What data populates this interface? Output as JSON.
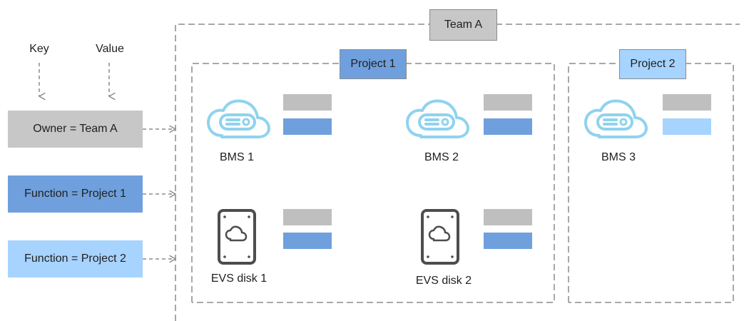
{
  "labels": {
    "key": "Key",
    "value": "Value"
  },
  "tags": [
    {
      "text": "Owner = Team A"
    },
    {
      "text": "Function = Project 1"
    },
    {
      "text": "Function = Project 2"
    }
  ],
  "groups": {
    "team": "Team A",
    "project1": "Project 1",
    "project2": "Project 2"
  },
  "resources": {
    "bms1": "BMS 1",
    "bms2": "BMS 2",
    "bms3": "BMS 3",
    "evs1": "EVS disk 1",
    "evs2": "EVS disk 2"
  },
  "icons": {
    "bms": "cloud-server-icon",
    "evs": "disk-icon"
  },
  "colors": {
    "gray": "#c7c7c7",
    "blue": "#6fa0dd",
    "light_blue": "#a7d3ff",
    "line": "#8b8b8b",
    "icon": "#8fd3ee"
  }
}
